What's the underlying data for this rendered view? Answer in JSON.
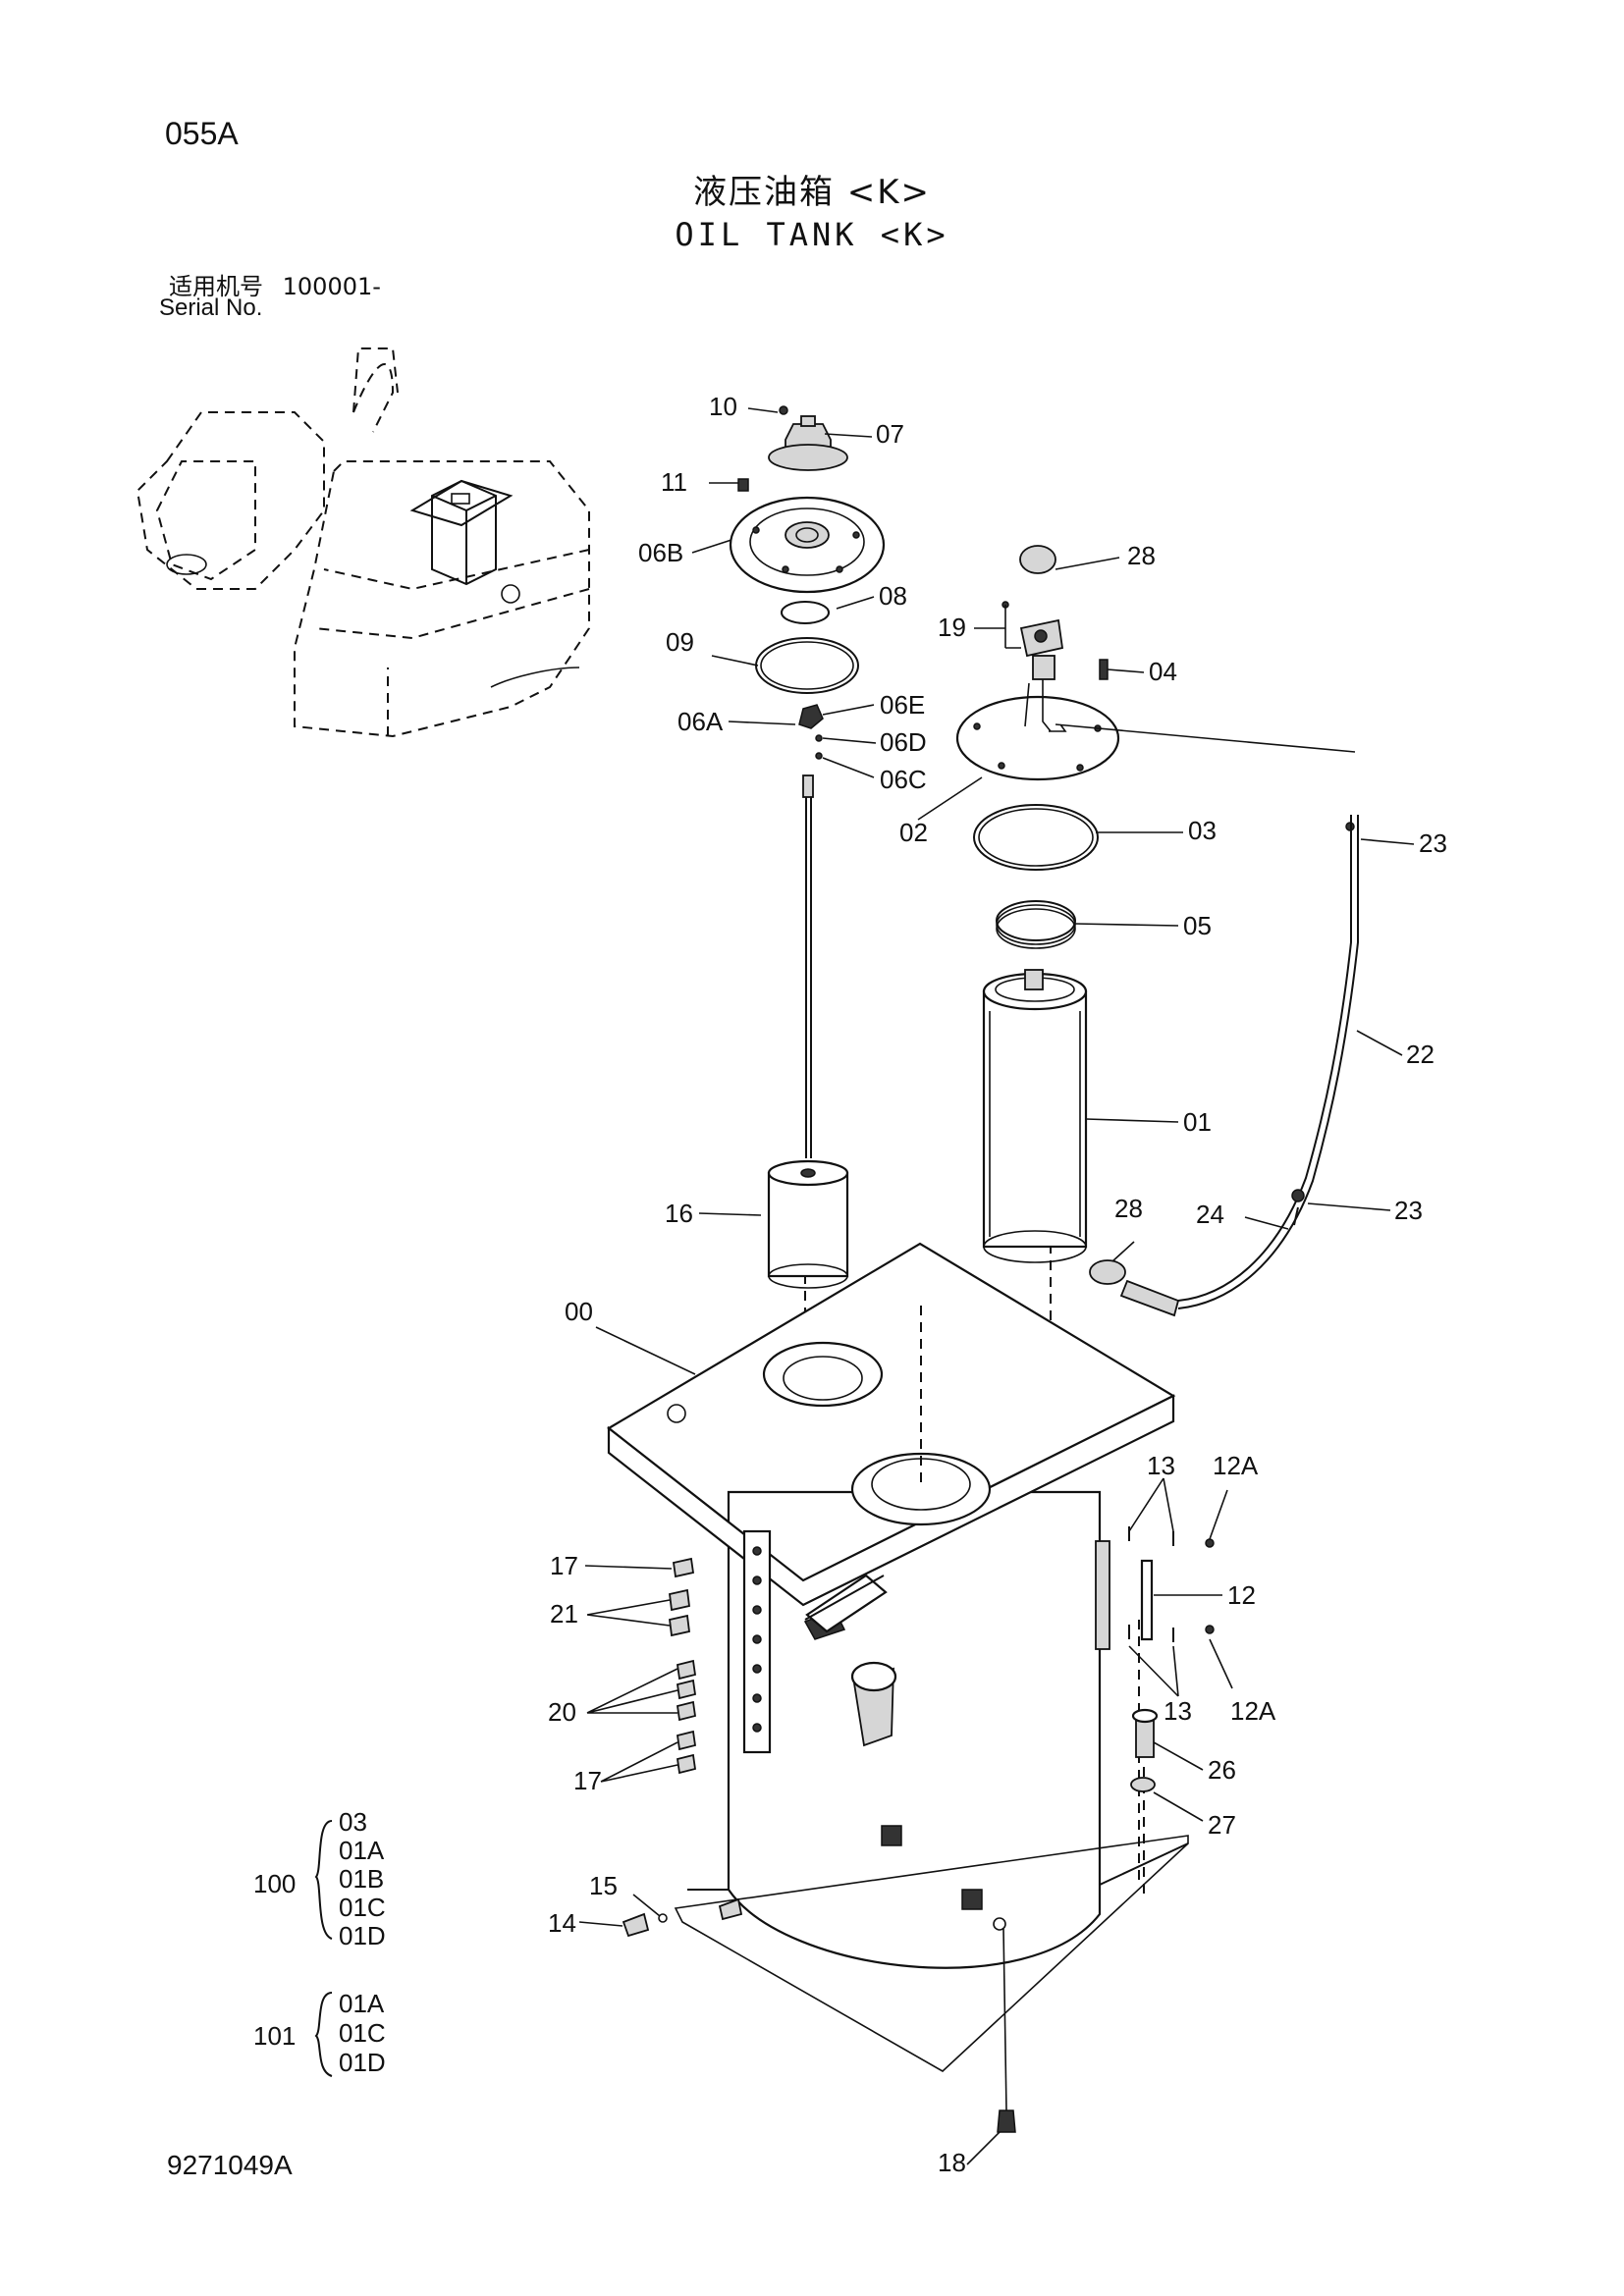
{
  "header": {
    "page_code": "055A",
    "title_cn": "液压油箱 <K>",
    "title_en": "OIL TANK <K>",
    "serial_label_cn": "适用机号",
    "serial_number": "100001-",
    "serial_label_en": "Serial No."
  },
  "footer": {
    "document_code": "9271049A"
  },
  "callouts": {
    "c10": "10",
    "c07": "07",
    "c11": "11",
    "c06b": "06B",
    "c08": "08",
    "c09": "09",
    "c06e": "06E",
    "c06a": "06A",
    "c06d": "06D",
    "c06c": "06C",
    "c28a": "28",
    "c19": "19",
    "c04": "04",
    "c02": "02",
    "c03": "03",
    "c23a": "23",
    "c05": "05",
    "c22": "22",
    "c01": "01",
    "c16": "16",
    "c28b": "28",
    "c24": "24",
    "c23b": "23",
    "c00": "00",
    "c13a": "13",
    "c12a_top": "12A",
    "c17a": "17",
    "c21": "21",
    "c12": "12",
    "c20": "20",
    "c13b": "13",
    "c12a_bot": "12A",
    "c26": "26",
    "c17b": "17",
    "c27": "27",
    "c15": "15",
    "c14": "14",
    "c18": "18"
  },
  "kits": [
    {
      "number": "100",
      "parts": [
        "03",
        "01A",
        "01B",
        "01C",
        "01D"
      ]
    },
    {
      "number": "101",
      "parts": [
        "01A",
        "01C",
        "01D"
      ]
    }
  ]
}
